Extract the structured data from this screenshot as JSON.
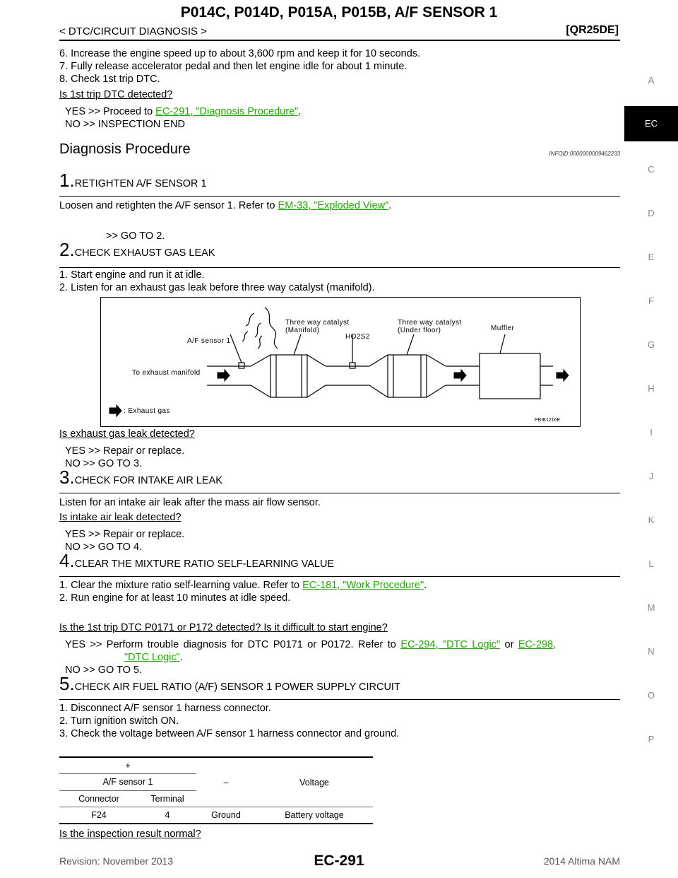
{
  "header": {
    "title": "P014C, P014D, P015A, P015B, A/F SENSOR 1",
    "breadcrumb": "< DTC/CIRCUIT DIAGNOSIS >",
    "engine_code": "[QR25DE]"
  },
  "index": {
    "letters": [
      "A",
      "C",
      "D",
      "E",
      "F",
      "G",
      "H",
      "I",
      "J",
      "K",
      "L",
      "M",
      "N",
      "O",
      "P"
    ],
    "active": "EC"
  },
  "intro": {
    "item6": "6. Increase the engine speed up to about 3,600 rpm and keep it for 10 seconds.",
    "item7": "7. Fully release accelerator pedal and then let engine idle for about 1 minute.",
    "item8": "8. Check 1st trip DTC.",
    "question": "Is 1st trip DTC detected?",
    "yes_prefix": "YES    >> Proceed to ",
    "yes_link": "EC-291, \"Diagnosis Procedure\"",
    "yes_suffix": ".",
    "no": "NO      >> INSPECTION END"
  },
  "section": {
    "title": "Diagnosis Procedure",
    "info_id": "INFOID:0000000009462233"
  },
  "step1": {
    "num": "1.",
    "title": "RETIGHTEN A/F SENSOR 1",
    "text_prefix": "Loosen and retighten the A/F sensor 1. Refer to ",
    "link": "EM-33, \"Exploded View\"",
    "text_suffix": ".",
    "goto": ">> GO TO 2."
  },
  "step2": {
    "num": "2.",
    "title": "CHECK EXHAUST GAS LEAK",
    "item1": "1. Start engine and run it at idle.",
    "item2": "2. Listen for an exhaust gas leak before three way catalyst (manifold).",
    "question": "Is exhaust gas leak detected?",
    "yes": "YES    >> Repair or replace.",
    "no": "NO      >> GO TO 3."
  },
  "figure": {
    "twc_manifold_1": "Three way catalyst",
    "twc_manifold_2": "(Manifold)",
    "twc_under_1": "Three way catalyst",
    "twc_under_2": "(Under floor)",
    "muffler": "Muffler",
    "ho2s2": "HO2S2",
    "af_sensor": "A/F sensor 1",
    "to_manifold": "To exhaust manifold",
    "legend": ": Exhaust gas",
    "fig_code": "PBIB1216E"
  },
  "step3": {
    "num": "3.",
    "title": "CHECK FOR INTAKE AIR LEAK",
    "text": "Listen for an intake air leak after the mass air flow sensor.",
    "question": "Is intake air leak detected?",
    "yes": "YES    >> Repair or replace.",
    "no": "NO      >> GO TO 4."
  },
  "step4": {
    "num": "4.",
    "title": "CLEAR THE MIXTURE RATIO SELF-LEARNING VALUE",
    "item1_prefix": "1. Clear the mixture ratio self-learning value. Refer to ",
    "item1_link": "EC-181, \"Work Procedure\"",
    "item1_suffix": ".",
    "item2": "2. Run engine for at least 10 minutes at idle speed.",
    "question": "Is the 1st trip DTC P0171 or P172 detected? Is it difficult to start engine?",
    "yes_prefix": "YES    >> Perform trouble diagnosis for DTC P0171 or P0172. Refer to ",
    "yes_link1": "EC-294, \"DTC Logic\"",
    "yes_mid": " or ",
    "yes_link2a": "EC-298,",
    "yes_link2b": "\"DTC Logic\"",
    "yes_suffix": ".",
    "no": "NO      >> GO TO 5."
  },
  "step5": {
    "num": "5.",
    "title": "CHECK AIR FUEL RATIO (A/F) SENSOR 1 POWER SUPPLY CIRCUIT",
    "item1": "1. Disconnect A/F sensor 1 harness connector.",
    "item2": "2. Turn ignition switch ON.",
    "item3": "3. Check the voltage between A/F sensor 1 harness connector and ground.",
    "question": "Is the inspection result normal?"
  },
  "table": {
    "plus": "+",
    "minus": "–",
    "voltage": "Voltage",
    "af_sensor": "A/F sensor 1",
    "connector": "Connector",
    "terminal": "Terminal",
    "rows": [
      {
        "connector": "F24",
        "terminal": "4",
        "minus": "Ground",
        "voltage": "Battery voltage"
      }
    ]
  },
  "footer": {
    "revision": "Revision: November 2013",
    "page": "EC-291",
    "model": "2014 Altima NAM"
  }
}
